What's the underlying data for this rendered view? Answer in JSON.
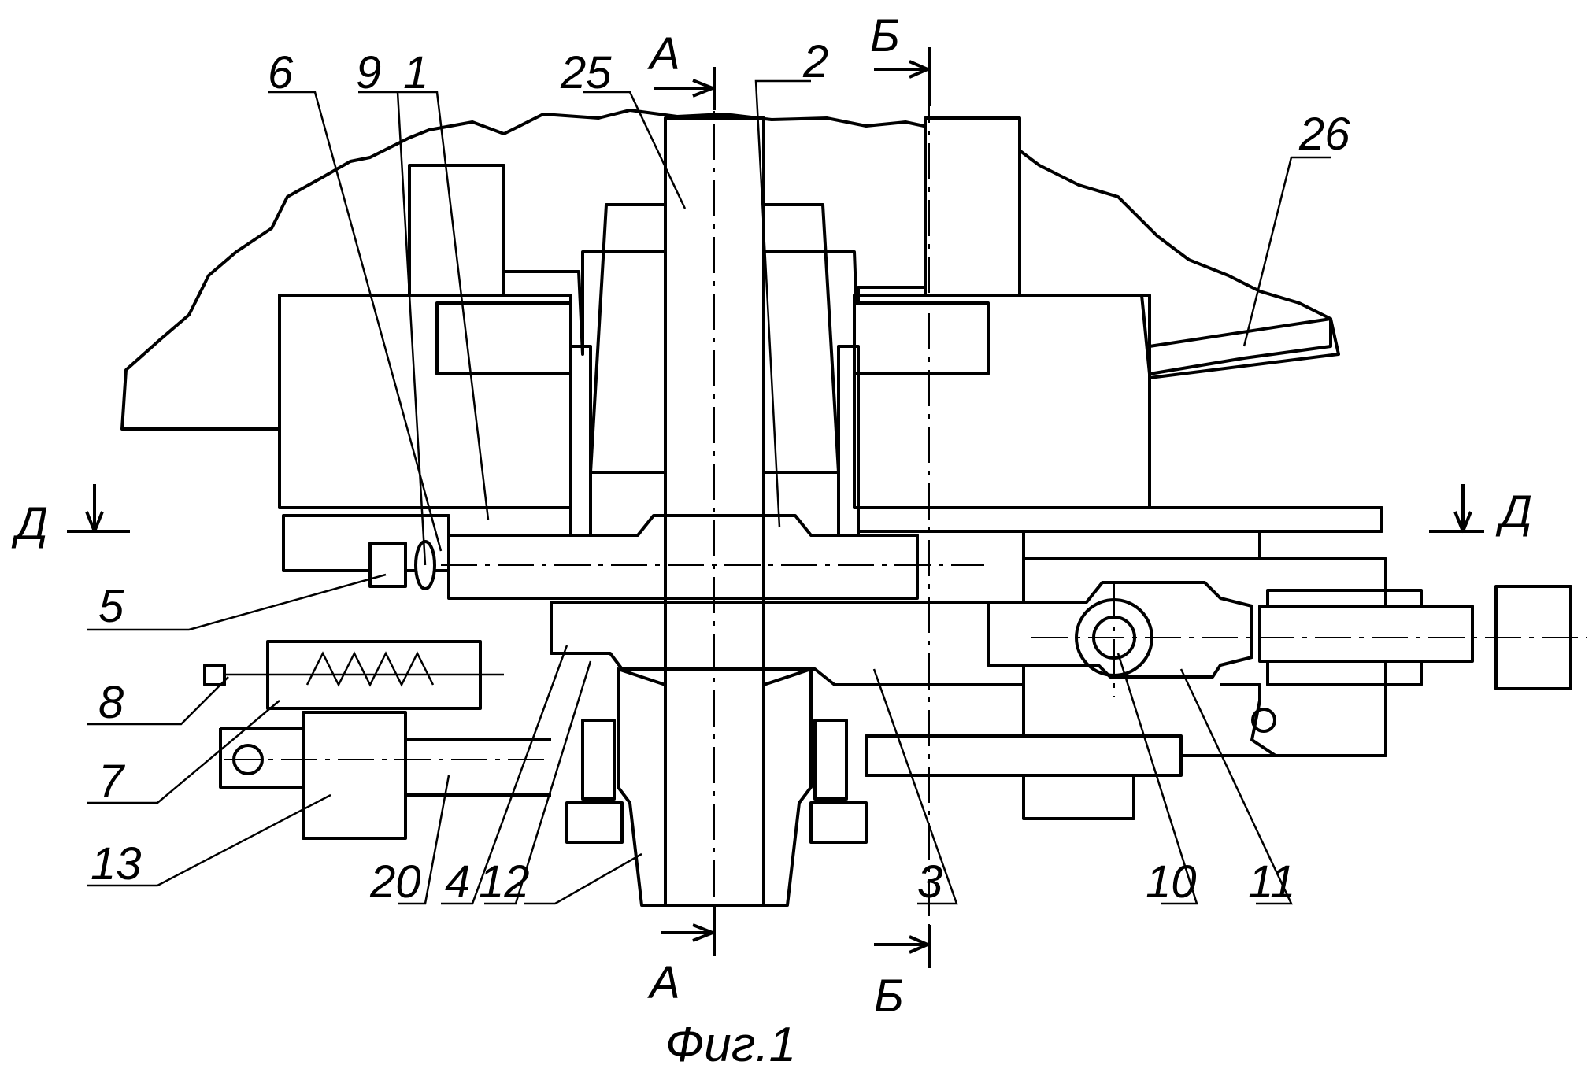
{
  "figure": {
    "caption": "Фиг.1",
    "section_marks": {
      "a_top": "А",
      "a_bottom": "А",
      "b_top": "Б",
      "b_bottom": "Б",
      "d_left": "Д",
      "d_right": "Д"
    },
    "callouts": {
      "n6": "6",
      "n9": "9",
      "n1": "1",
      "n25": "25",
      "n2": "2",
      "n26": "26",
      "n5": "5",
      "n8": "8",
      "n7": "7",
      "n13": "13",
      "n20": "20",
      "n4": "4",
      "n12": "12",
      "n3": "3",
      "n10": "10",
      "n11": "11"
    }
  }
}
